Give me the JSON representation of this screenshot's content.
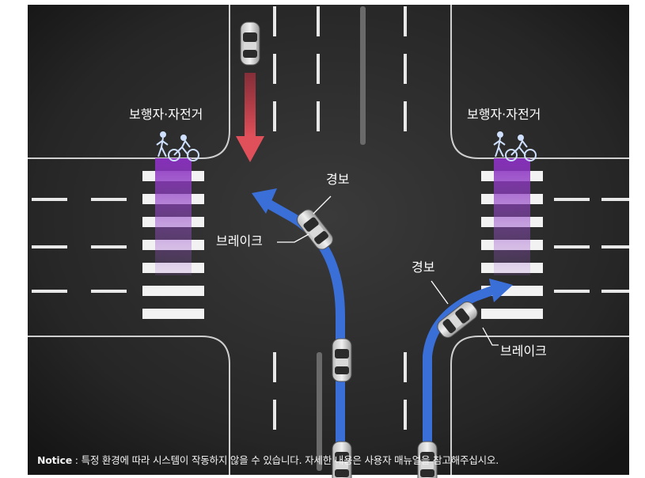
{
  "labels": {
    "pedestrian_cyclist_left": "보행자·자전거",
    "pedestrian_cyclist_right": "보행자·자전거",
    "alert_center": "경보",
    "brake_center": "브레이크",
    "alert_right": "경보",
    "brake_right": "브레이크"
  },
  "notice": {
    "prefix": "Notice",
    "separator": " : ",
    "text": "특정 환경에 따라 시스템이 작동하지 않을 수 있습니다. 자세한 내용은 사용자 매뉴얼을 참고해주십시오."
  },
  "icons": {
    "walker": "pedestrian-icon",
    "cyclist": "bicycle-icon"
  },
  "colors": {
    "road": "#2a2a2a",
    "background": "#121212",
    "oncoming_arrow": "#e0505a",
    "turn_path": "#3a6fd8",
    "crosswalk_highlight": "#8a3fc0",
    "label_text": "#ffffff"
  }
}
